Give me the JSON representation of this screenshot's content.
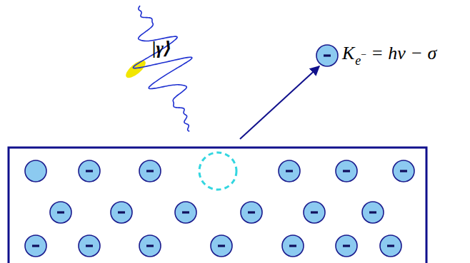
{
  "diagram": {
    "labels": [
      "|γ⟩",
      "K",
      "e",
      "−",
      "= hν − σ"
    ]
  }
}
